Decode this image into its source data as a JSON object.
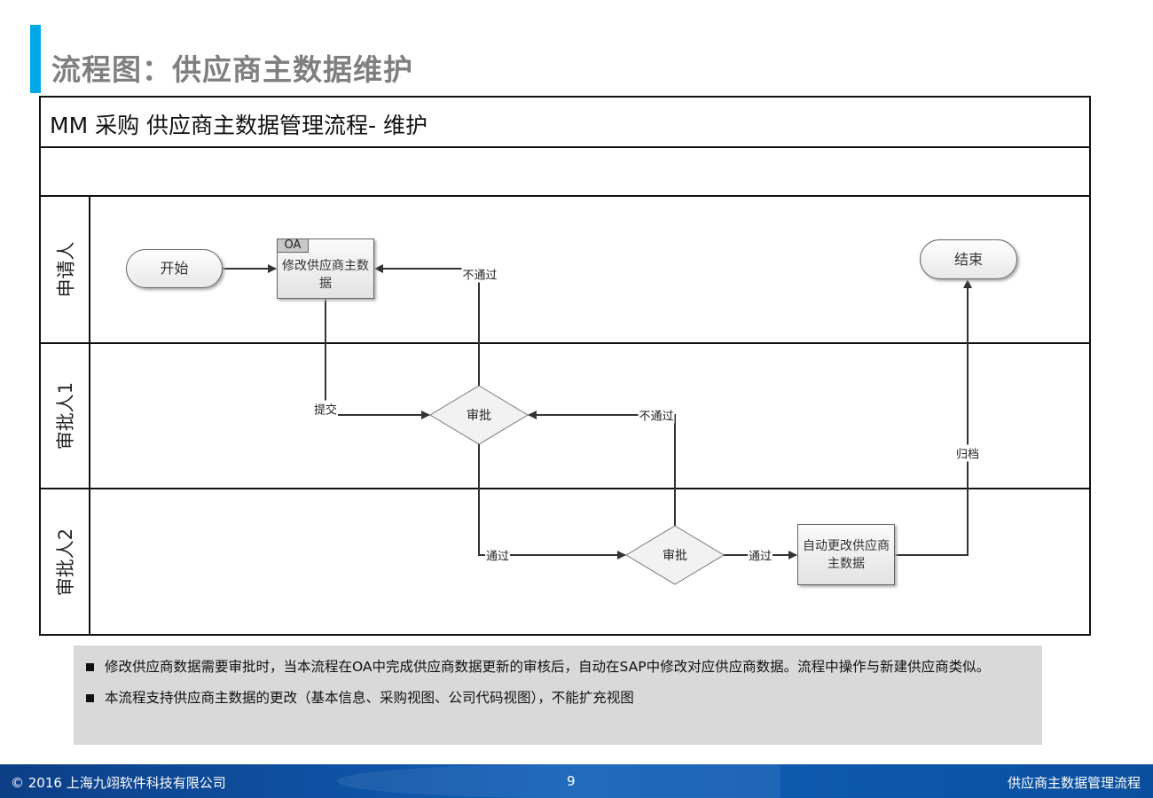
{
  "page_title": "流程图：供应商主数据维护",
  "diagram": {
    "title": "MM 采购  供应商主数据管理流程- 维护",
    "lanes": [
      "申请人",
      "审批人1",
      "审批人2"
    ],
    "nodes": {
      "start": "开始",
      "modify": "修改供应商主数据",
      "modify_tag": "OA",
      "approve1": "审批",
      "approve2": "审批",
      "auto_update": "自动更改供应商主数据",
      "end": "结束"
    },
    "edge_labels": {
      "submit": "提交",
      "reject1": "不通过",
      "pass1": "通过",
      "reject2": "不通过",
      "pass2": "通过",
      "archive": "归档"
    }
  },
  "notes": [
    "修改供应商数据需要审批时，当本流程在OA中完成供应商数据更新的审核后，自动在SAP中修改对应供应商数据。流程中操作与新建供应商类似。",
    "本流程支持供应商主数据的更改（基本信息、采购视图、公司代码视图），不能扩充视图"
  ],
  "footer": {
    "copyright": "© 2016 上海九翊软件科技有限公司",
    "page_number": "9",
    "section": "供应商主数据管理流程"
  },
  "colors": {
    "accent": "#00a8e8",
    "footer": "#0f5fb8",
    "notes_bg": "#d9d9d9"
  }
}
